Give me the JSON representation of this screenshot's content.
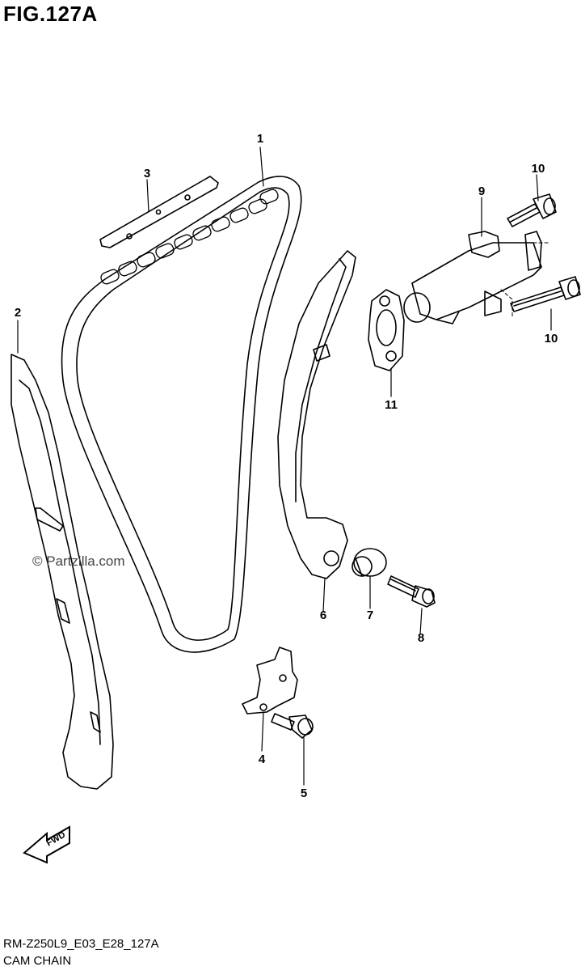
{
  "figure": {
    "title": "FIG.127A",
    "code": "RM-Z250L9_E03_E28_127A",
    "name": "CAM CHAIN",
    "watermark": "© Partzilla.com",
    "fwd_label": "FWD"
  },
  "callouts": [
    "1",
    "2",
    "3",
    "4",
    "5",
    "6",
    "7",
    "8",
    "9",
    "10",
    "10",
    "11"
  ]
}
